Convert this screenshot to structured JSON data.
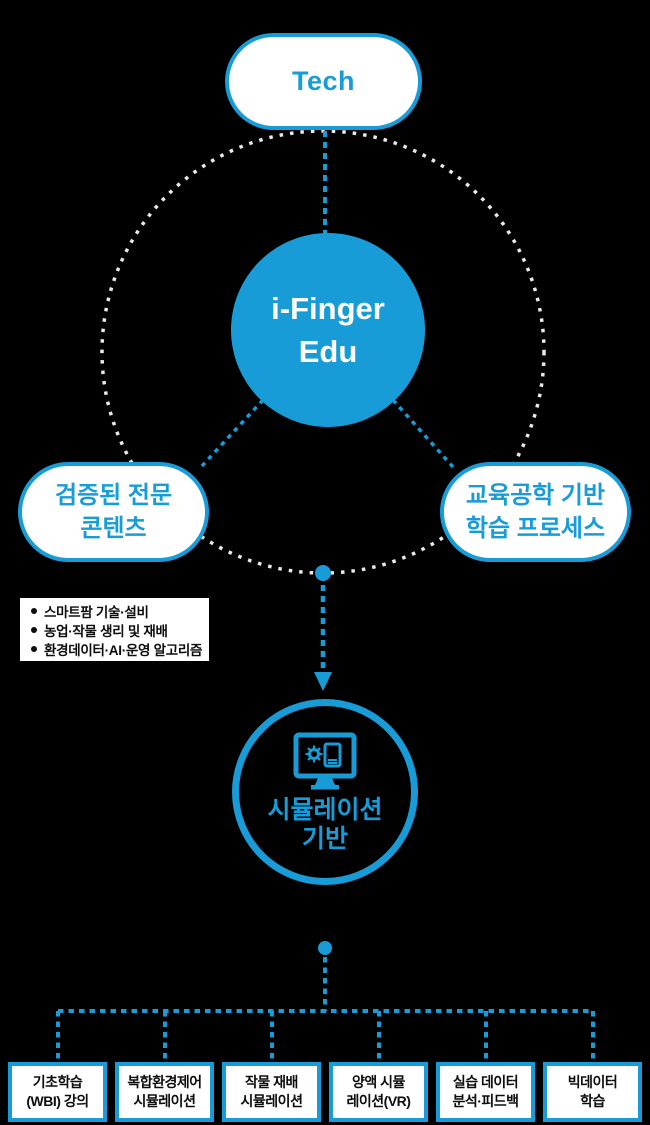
{
  "colors": {
    "accent": "#189cd8",
    "dash_white": "#eaeaea",
    "background": "#000000",
    "panel_white": "#ffffff",
    "text_black": "#0d0d0d"
  },
  "diagram": {
    "top_pill": {
      "label": "Tech"
    },
    "center_circle": {
      "line1": "i-Finger",
      "line2": "Edu"
    },
    "left_pill": {
      "line1": "검증된 전문",
      "line2": "콘텐츠"
    },
    "right_pill": {
      "line1": "교육공학 기반",
      "line2": "학습 프로세스"
    },
    "bullet_list": {
      "items": [
        "스마트팜 기술·설비",
        "농업·작물 생리 및 재배",
        "환경데이터·AI·운영 알고리즘"
      ]
    },
    "simulation_circle": {
      "icon": "monitor-simulation-icon",
      "line1": "시뮬레이션",
      "line2": "기반"
    },
    "bottom_boxes": [
      {
        "line1": "기초학습",
        "line2": "(WBI) 강의"
      },
      {
        "line1": "복합환경제어",
        "line2": "시뮬레이션"
      },
      {
        "line1": "작물 재배",
        "line2": "시뮬레이션"
      },
      {
        "line1": "양액 시뮬",
        "line2": "레이션(VR)"
      },
      {
        "line1": "실습 데이터",
        "line2": "분석·피드백"
      },
      {
        "line1": "빅데이터",
        "line2": "학습"
      }
    ]
  }
}
